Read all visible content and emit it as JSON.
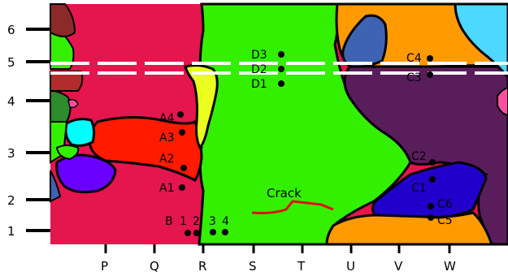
{
  "y_axis": {
    "labels": [
      "6",
      "5",
      "4",
      "3",
      "2",
      "1"
    ]
  },
  "x_axis": {
    "labels": [
      "P",
      "Q",
      "R",
      "S",
      "T",
      "U",
      "V",
      "W"
    ]
  },
  "points": {
    "D3": "D3",
    "D2": "D2",
    "D1": "D1",
    "A4": "A4",
    "A3": "A3",
    "A2": "A2",
    "A1": "A1",
    "C4": "C4",
    "C3": "C3",
    "C2": "C2",
    "C1": "C1",
    "C6": "C6",
    "C5": "C5",
    "B": "B",
    "B1": "1",
    "B2": "2",
    "B3": "3",
    "B4": "4"
  },
  "crack_label": "Crack",
  "colors": {
    "crimson_grain": "#e5154e",
    "green_grain": "#33f000",
    "purple_grain": "#5a1d5c",
    "orange_grain": "#ff9a00",
    "red_grain": "#ff1a00",
    "yellow_grain": "#eaff1e",
    "blue_grain": "#2200cc",
    "steel_blue_grain": "#3f63b3",
    "cyan_grain": "#4dd8ff",
    "dark_red_grain": "#b42b2b",
    "dark_green_grain": "#2e8b2e",
    "crack": "#e01010",
    "scan_lines": "#ffffff",
    "boundary": "#000000"
  }
}
